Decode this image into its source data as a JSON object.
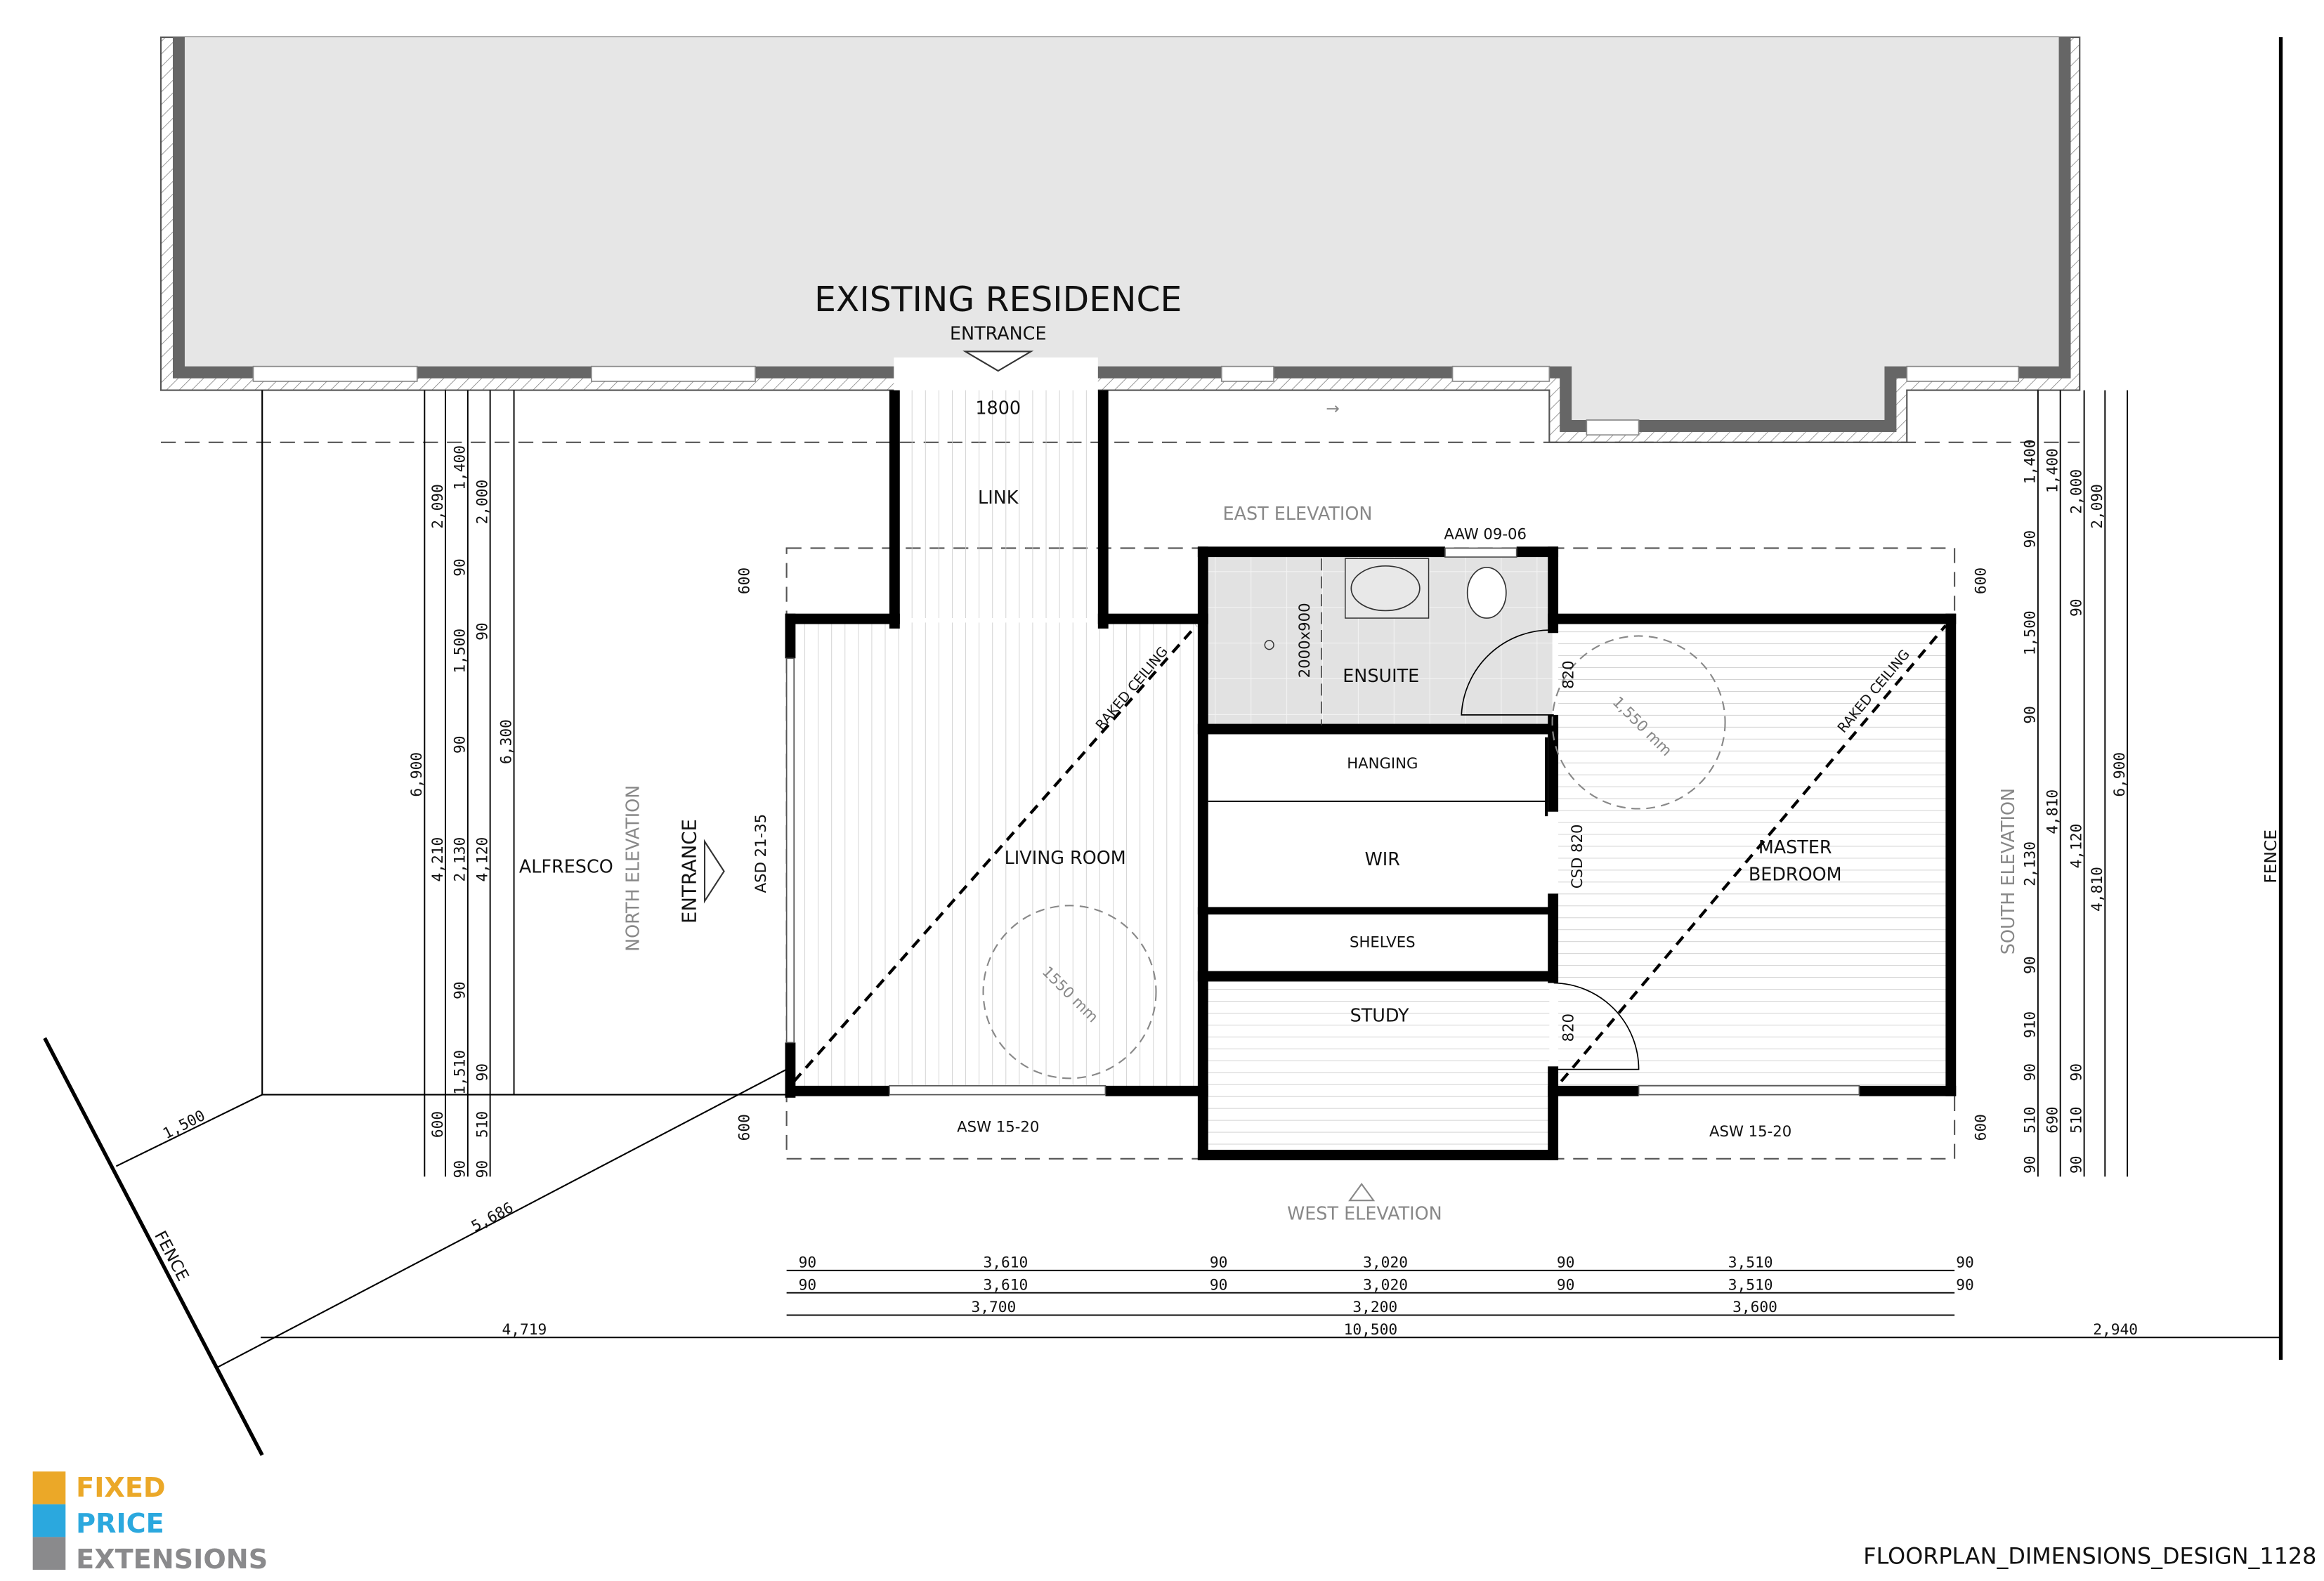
{
  "title": "FLOORPLAN_DIMENSIONS_DESIGN_1128",
  "logo": {
    "lines": [
      "FIXED",
      "PRICE",
      "EXTENSIONS"
    ],
    "colors": [
      "#EBA828",
      "#2BA8DE",
      "#8A8A8C"
    ]
  },
  "existing": {
    "name": "EXISTING RESIDENCE",
    "entrance": "ENTRANCE",
    "link_width": "1800",
    "link": "LINK"
  },
  "rooms": {
    "alfresco": "ALFRESCO",
    "living": "LIVING ROOM",
    "ensuite": "ENSUITE",
    "hanging": "HANGING",
    "wir": "WIR",
    "shelves": "SHELVES",
    "study": "STUDY",
    "master": [
      "MASTER",
      "BEDROOM"
    ]
  },
  "labels": {
    "north": "NORTH ELEVATION",
    "south": "SOUTH ELEVATION",
    "east": "EAST ELEVATION",
    "west": "WEST ELEVATION",
    "entrance": "ENTRANCE",
    "asd": "ASD 21-35",
    "aaw": "AAW 09-06",
    "asw_left": "ASW 15-20",
    "asw_right": "ASW 15-20",
    "raked_left": "RAKED CEILING",
    "raked_right": "RAKED CEILING",
    "shower": "2000x900",
    "turn_left": "1550 mm",
    "turn_right": "1,550 mm",
    "door_ensuite": "820",
    "door_study": "820",
    "csd": "CSD 820",
    "fence_left": "FENCE",
    "fence_right": "FENCE",
    "eave_tl": "600",
    "eave_bl": "600",
    "eave_tr": "600",
    "eave_br": "600"
  },
  "dims_left": {
    "c1": [
      "6,900"
    ],
    "c2": [
      "2,090",
      "4,210",
      "600"
    ],
    "c3": [
      "1,400",
      "90",
      "1,500",
      "90",
      "2,130",
      "90",
      "1,510",
      "90"
    ],
    "c4": [
      "2,000",
      "90",
      "4,120",
      "90",
      "510",
      "90"
    ],
    "c5": [
      "6,300"
    ]
  },
  "dims_right": {
    "c1": [
      "1,400",
      "90",
      "1,500",
      "90",
      "2,130",
      "90",
      "910",
      "90",
      "510",
      "90"
    ],
    "c2": [
      "1,400",
      "4,810",
      "690"
    ],
    "c3": [
      "2,000",
      "90",
      "4,120",
      "90",
      "510",
      "90"
    ],
    "c4": [
      "2,090",
      "4,810"
    ],
    "c5": [
      "6,900"
    ]
  },
  "dims_bottom": {
    "row1": [
      "90",
      "3,610",
      "90",
      "3,020",
      "90",
      "3,510",
      "90"
    ],
    "row2": [
      "90",
      "3,610",
      "90",
      "3,020",
      "90",
      "3,510",
      "90"
    ],
    "row3": [
      "3,700",
      "3,200",
      "3,600"
    ],
    "row4": [
      "4,719",
      "10,500",
      "2,940"
    ]
  },
  "dims_misc": {
    "alfresco_depth": "1,500",
    "diagonal": "5,686"
  }
}
